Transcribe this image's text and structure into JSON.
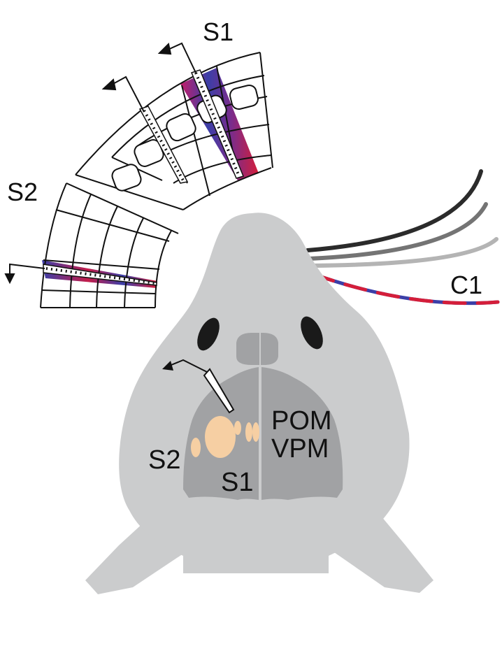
{
  "labels": {
    "s1_top": "S1",
    "s2_left": "S2",
    "whisker": "C1",
    "pom": "POM",
    "vpm": "VPM",
    "s2_brain": "S2",
    "s1_brain": "S1"
  },
  "colors": {
    "body": "#cbcccd",
    "brain": "#a1a2a4",
    "barrel": "#f6cfa3",
    "eye": "#1a1a1a",
    "whisker_dark": "#2b2b2b",
    "whisker_mid": "#747474",
    "whisker_light": "#b4b4b4",
    "probe_red": "#d41e3a",
    "probe_blue": "#3b3fa8"
  }
}
